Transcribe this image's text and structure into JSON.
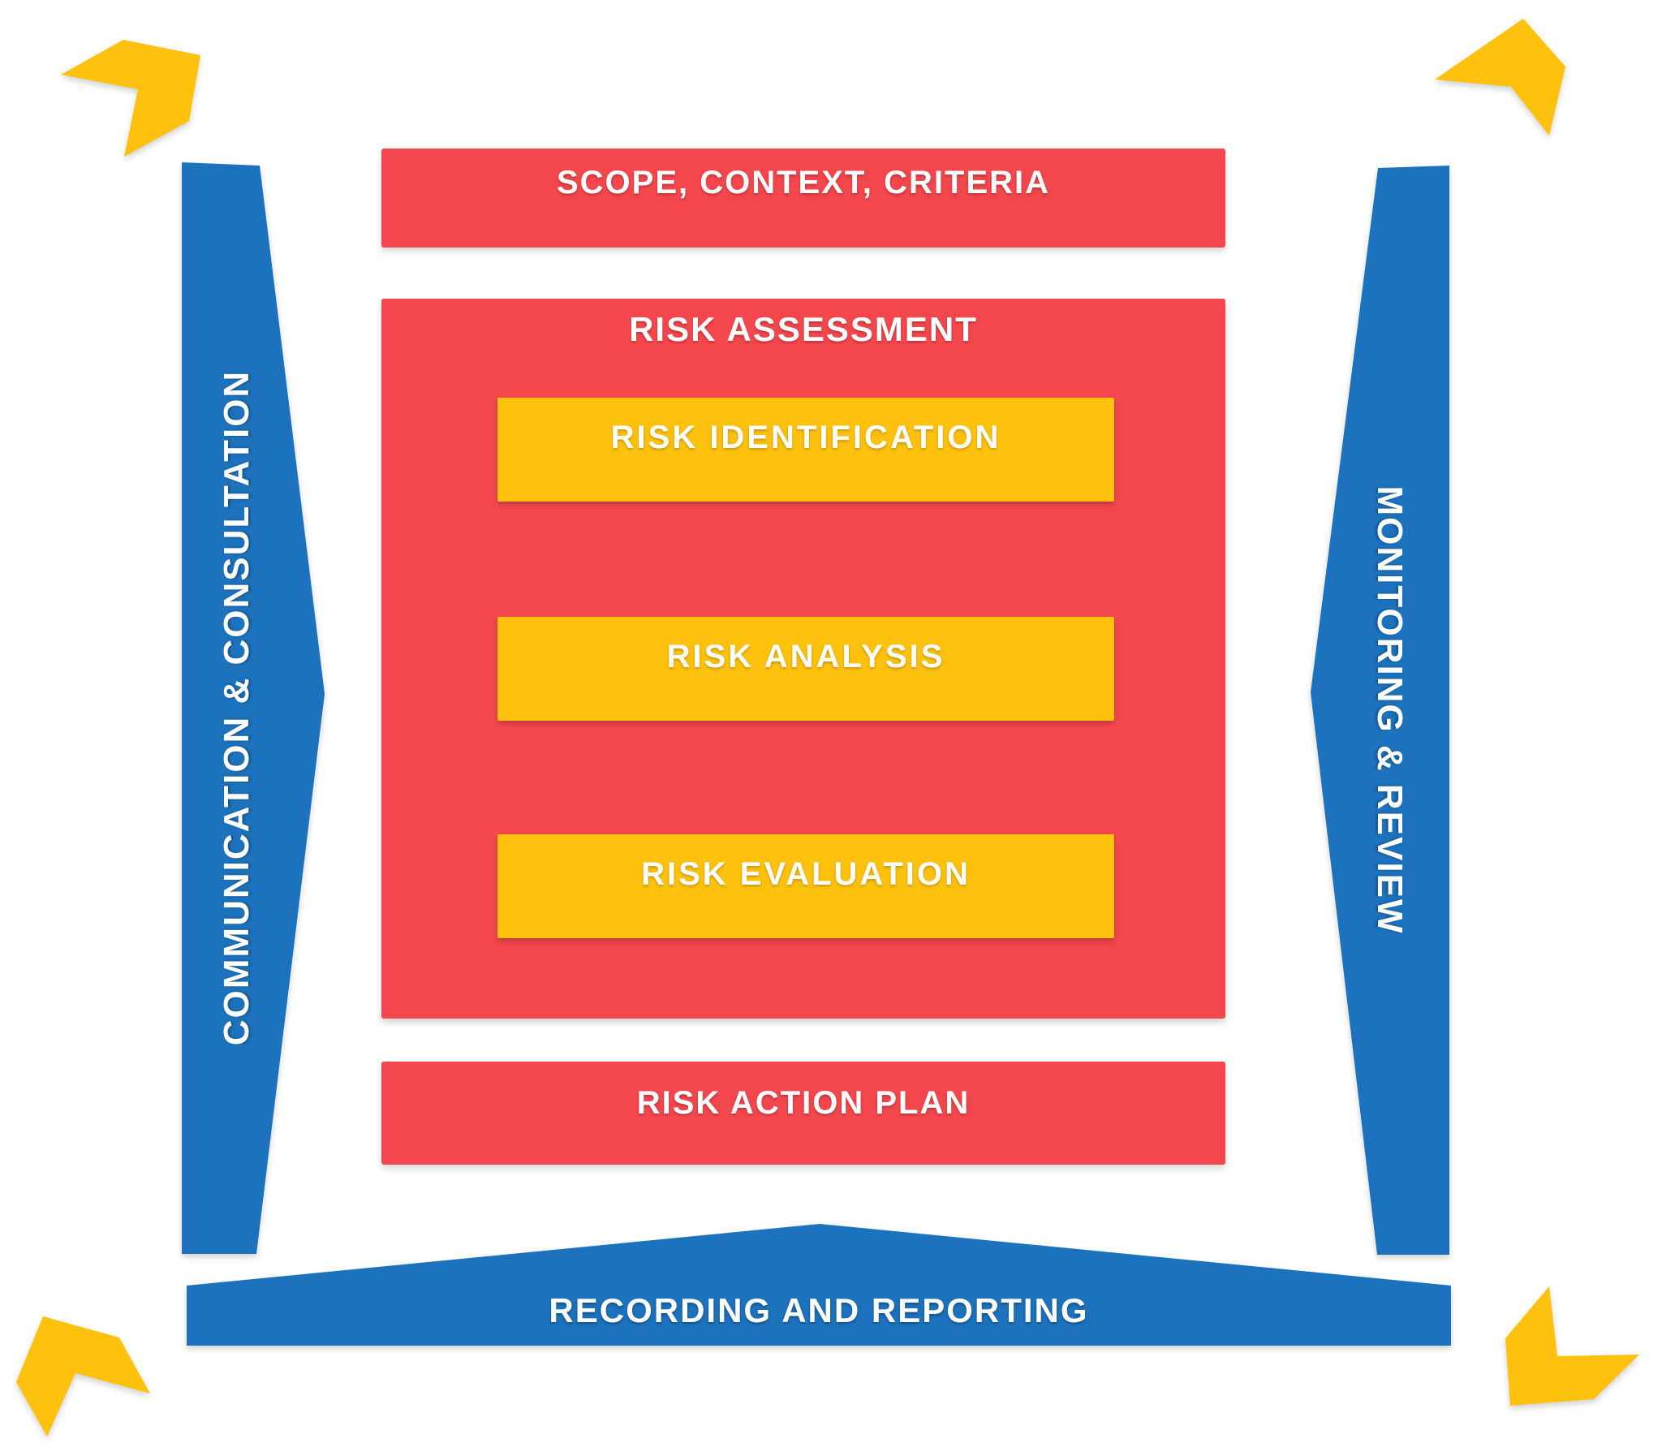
{
  "title": "Risk Management Process Diagram",
  "colors": {
    "red": "#F4474D",
    "yellow": "#FEC10D",
    "blue": "#1C72BC",
    "text": "#FFFFFF"
  },
  "banners": {
    "scope": "SCOPE, CONTEXT, CRITERIA",
    "risk_assessment": "RISK ASSESSMENT",
    "risk_action_plan": "RISK ACTION PLAN"
  },
  "assessment_steps": [
    {
      "label": "RISK IDENTIFICATION"
    },
    {
      "label": "RISK ANALYSIS"
    },
    {
      "label": "RISK EVALUATION"
    }
  ],
  "side_bars": {
    "left": "COMMUNICATION & CONSULTATION",
    "right": "MONITORING & REVIEW",
    "bottom": "RECORDING AND REPORTING"
  },
  "icons": {
    "corner_marks": "yellow-chevron-icon",
    "flow_arrows": "down-arrow-icon"
  }
}
